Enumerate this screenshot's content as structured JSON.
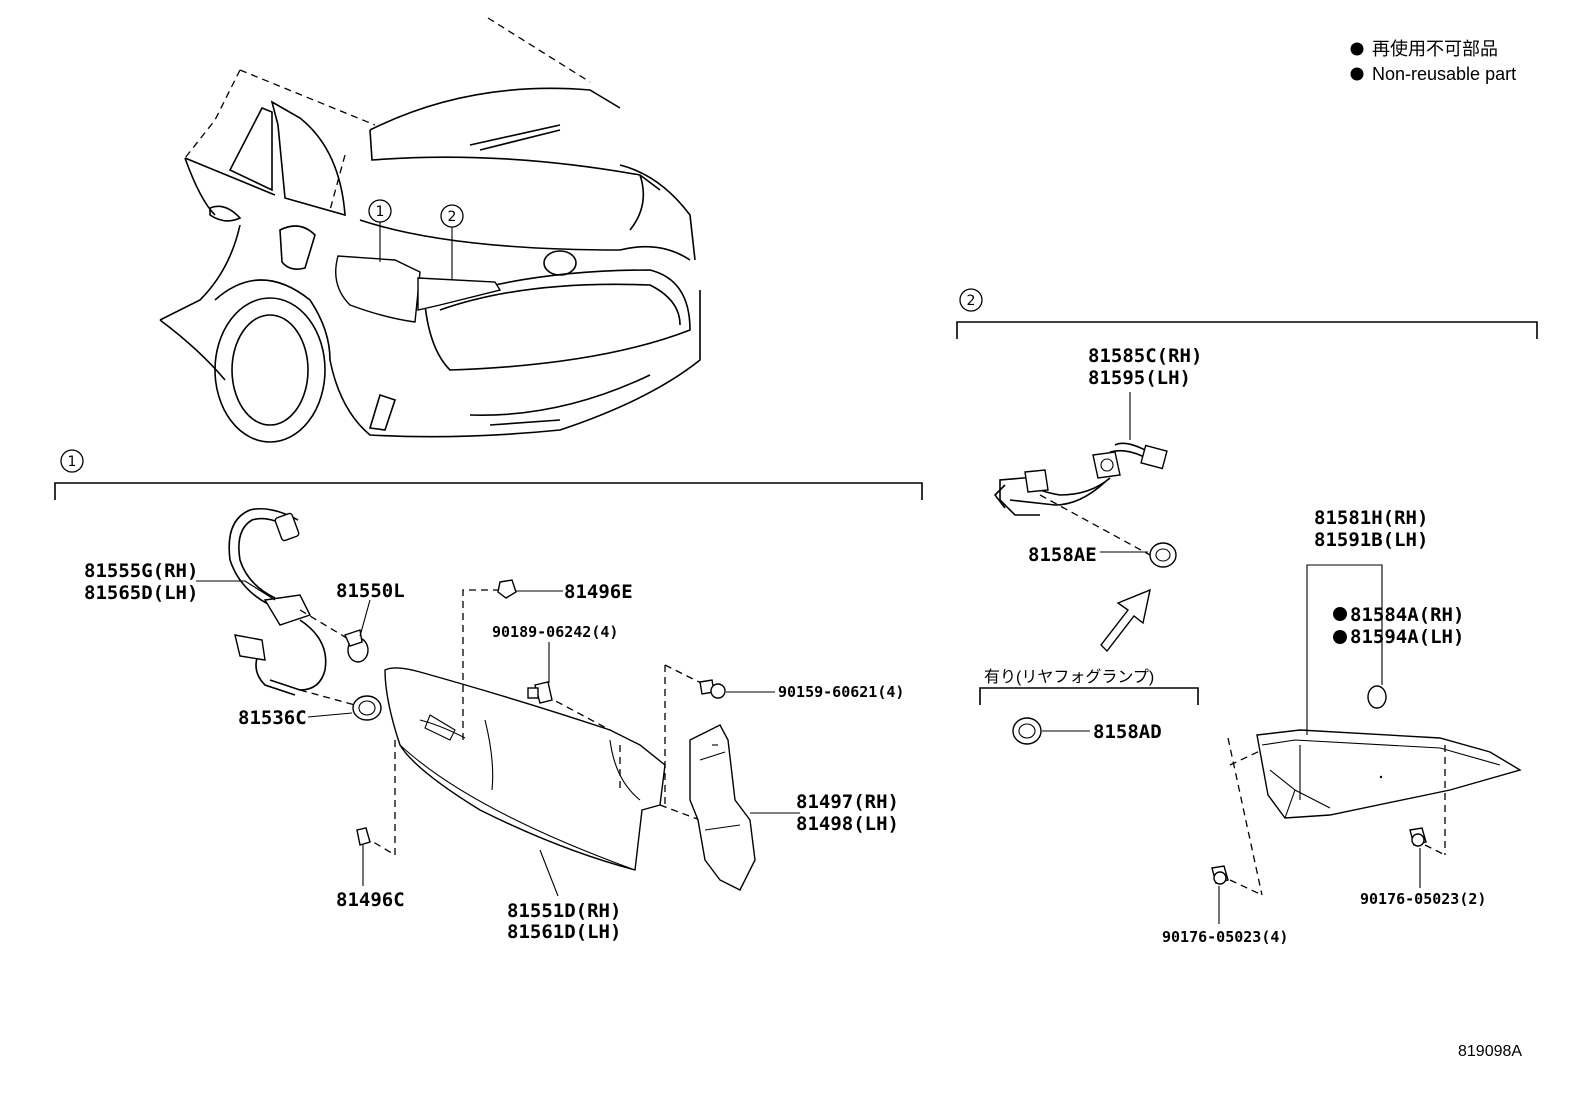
{
  "legend": {
    "line1": "再使用不可部品",
    "line2": "Non-reusable part"
  },
  "callouts": {
    "c1": "1",
    "c2": "2"
  },
  "section1": {
    "marker": "1",
    "labels": {
      "p81555G": "81555G(RH)",
      "p81565D": "81565D(LH)",
      "p81550L": "81550L",
      "p81496E": "81496E",
      "p90189": "90189-06242(4)",
      "p90159": "90159-60621(4)",
      "p81536C": "81536C",
      "p81497": "81497(RH)",
      "p81498": "81498(LH)",
      "p81496C": "81496C",
      "p81551D": "81551D(RH)",
      "p81561D": "81561D(LH)"
    }
  },
  "section2": {
    "marker": "2",
    "labels": {
      "p81585C": "81585C(RH)",
      "p81595": "81595(LH)",
      "p8158AE": "8158AE",
      "fog_note": "有り(リヤフォグランプ)",
      "p8158AD": "8158AD",
      "p81581H": "81581H(RH)",
      "p81591B": "81591B(LH)",
      "p81584A": "81584A(RH)",
      "p81594A": "81594A(LH)",
      "p90176_4": "90176-05023(4)",
      "p90176_2": "90176-05023(2)"
    }
  },
  "diagram_code": "819098A"
}
